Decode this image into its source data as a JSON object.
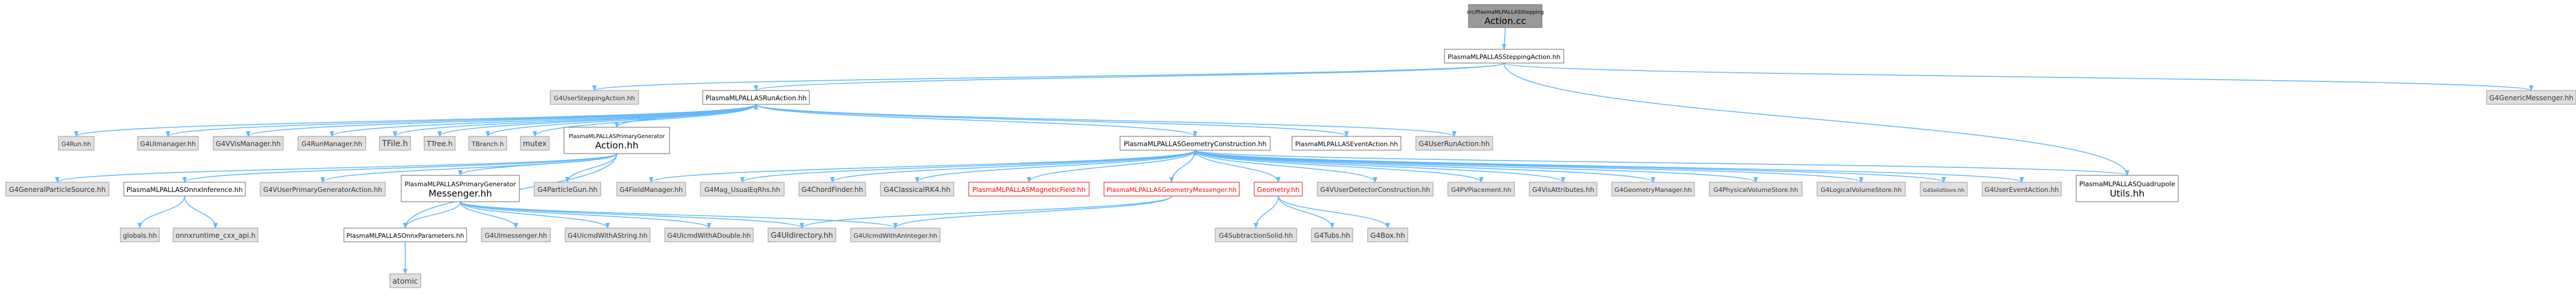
{
  "graph": {
    "nodes": [
      {
        "id": "root",
        "label": [
          "src/PlasmaMLPALLASStepping",
          "Action.cc"
        ],
        "kind": "root"
      },
      {
        "id": "sa",
        "label": [
          "PlasmaMLPALLASSteppingAction.hh"
        ],
        "kind": "local"
      },
      {
        "id": "g4usa",
        "label": [
          "G4UserSteppingAction.hh"
        ],
        "kind": "ext"
      },
      {
        "id": "ra",
        "label": [
          "PlasmaMLPALLASRunAction.hh"
        ],
        "kind": "local"
      },
      {
        "id": "g4gm",
        "label": [
          "G4GenericMessenger.hh"
        ],
        "kind": "ext"
      },
      {
        "id": "g4run",
        "label": [
          "G4Run.hh"
        ],
        "kind": "ext"
      },
      {
        "id": "g4uim",
        "label": [
          "G4UImanager.hh"
        ],
        "kind": "ext"
      },
      {
        "id": "g4vvm",
        "label": [
          "G4VVisManager.hh"
        ],
        "kind": "ext"
      },
      {
        "id": "g4rm",
        "label": [
          "G4RunManager.hh"
        ],
        "kind": "ext"
      },
      {
        "id": "tfile",
        "label": [
          "TFile.h"
        ],
        "kind": "ext"
      },
      {
        "id": "ttree",
        "label": [
          "TTree.h"
        ],
        "kind": "ext"
      },
      {
        "id": "tbranch",
        "label": [
          "TBranch.h"
        ],
        "kind": "ext"
      },
      {
        "id": "mutex",
        "label": [
          "mutex"
        ],
        "kind": "ext"
      },
      {
        "id": "pg",
        "label": [
          "PlasmaMLPALLASPrimaryGenerator",
          "Action.hh"
        ],
        "kind": "local"
      },
      {
        "id": "gc",
        "label": [
          "PlasmaMLPALLASGeometryConstruction.hh"
        ],
        "kind": "local"
      },
      {
        "id": "ea",
        "label": [
          "PlasmaMLPALLASEventAction.hh"
        ],
        "kind": "local"
      },
      {
        "id": "g4ura",
        "label": [
          "G4UserRunAction.hh"
        ],
        "kind": "ext"
      },
      {
        "id": "g4gps",
        "label": [
          "G4GeneralParticleSource.hh"
        ],
        "kind": "ext"
      },
      {
        "id": "onnx",
        "label": [
          "PlasmaMLPALLASOnnxInference.hh"
        ],
        "kind": "local"
      },
      {
        "id": "g4vupga",
        "label": [
          "G4VUserPrimaryGeneratorAction.hh"
        ],
        "kind": "ext"
      },
      {
        "id": "pgm",
        "label": [
          "PlasmaMLPALLASPrimaryGenerator",
          "Messenger.hh"
        ],
        "kind": "local"
      },
      {
        "id": "g4pgun",
        "label": [
          "G4ParticleGun.hh"
        ],
        "kind": "ext"
      },
      {
        "id": "g4fm",
        "label": [
          "G4FieldManager.hh"
        ],
        "kind": "ext"
      },
      {
        "id": "g4mag",
        "label": [
          "G4Mag_UsualEqRhs.hh"
        ],
        "kind": "ext"
      },
      {
        "id": "g4cf",
        "label": [
          "G4ChordFinder.hh"
        ],
        "kind": "ext"
      },
      {
        "id": "g4crk4",
        "label": [
          "G4ClassicalRK4.hh"
        ],
        "kind": "ext"
      },
      {
        "id": "mf",
        "label": [
          "PlasmaMLPALLASMagneticField.hh"
        ],
        "kind": "red"
      },
      {
        "id": "gm",
        "label": [
          "PlasmaMLPALLASGeometryMessenger.hh"
        ],
        "kind": "red"
      },
      {
        "id": "geom",
        "label": [
          "Geometry.hh"
        ],
        "kind": "red"
      },
      {
        "id": "g4vudc",
        "label": [
          "G4VUserDetectorConstruction.hh"
        ],
        "kind": "ext"
      },
      {
        "id": "g4pvp",
        "label": [
          "G4PVPlacement.hh"
        ],
        "kind": "ext"
      },
      {
        "id": "g4va",
        "label": [
          "G4VisAttributes.hh"
        ],
        "kind": "ext"
      },
      {
        "id": "g4geomm",
        "label": [
          "G4GeometryManager.hh"
        ],
        "kind": "ext"
      },
      {
        "id": "g4pvs",
        "label": [
          "G4PhysicalVolumeStore.hh"
        ],
        "kind": "ext"
      },
      {
        "id": "g4lvs",
        "label": [
          "G4LogicalVolumeStore.hh"
        ],
        "kind": "ext"
      },
      {
        "id": "g4ss",
        "label": [
          "G4SolidStore.hh"
        ],
        "kind": "ext"
      },
      {
        "id": "g4uea",
        "label": [
          "G4UserEventAction.hh"
        ],
        "kind": "ext"
      },
      {
        "id": "qu",
        "label": [
          "PlasmaMLPALLASQuadrupole",
          "Utils.hh"
        ],
        "kind": "local"
      },
      {
        "id": "globals",
        "label": [
          "globals.hh"
        ],
        "kind": "ext"
      },
      {
        "id": "ortapi",
        "label": [
          "onnxruntime_cxx_api.h"
        ],
        "kind": "ext"
      },
      {
        "id": "onnxp",
        "label": [
          "PlasmaMLPALLASOnnxParameters.hh"
        ],
        "kind": "local"
      },
      {
        "id": "g4uimes",
        "label": [
          "G4UImessenger.hh"
        ],
        "kind": "ext"
      },
      {
        "id": "g4ucws",
        "label": [
          "G4UIcmdWithAString.hh"
        ],
        "kind": "ext"
      },
      {
        "id": "g4ucwd",
        "label": [
          "G4UIcmdWithADouble.hh"
        ],
        "kind": "ext"
      },
      {
        "id": "g4uidir",
        "label": [
          "G4UIdirectory.hh"
        ],
        "kind": "ext"
      },
      {
        "id": "g4ucwi",
        "label": [
          "G4UIcmdWithAnInteger.hh"
        ],
        "kind": "ext"
      },
      {
        "id": "g4subs",
        "label": [
          "G4SubtractionSolid.hh"
        ],
        "kind": "ext"
      },
      {
        "id": "g4tubs",
        "label": [
          "G4Tubs.hh"
        ],
        "kind": "ext"
      },
      {
        "id": "g4box",
        "label": [
          "G4Box.hh"
        ],
        "kind": "ext"
      },
      {
        "id": "atomic",
        "label": [
          "atomic"
        ],
        "kind": "ext"
      }
    ],
    "edges": [
      [
        "root",
        "sa"
      ],
      [
        "sa",
        "g4usa"
      ],
      [
        "sa",
        "ra"
      ],
      [
        "sa",
        "g4gm"
      ],
      [
        "sa",
        "qu"
      ],
      [
        "ra",
        "g4run"
      ],
      [
        "ra",
        "g4uim"
      ],
      [
        "ra",
        "g4vvm"
      ],
      [
        "ra",
        "g4rm"
      ],
      [
        "ra",
        "tfile"
      ],
      [
        "ra",
        "ttree"
      ],
      [
        "ra",
        "tbranch"
      ],
      [
        "ra",
        "mutex"
      ],
      [
        "ra",
        "pg"
      ],
      [
        "ra",
        "gc"
      ],
      [
        "ra",
        "ea"
      ],
      [
        "ra",
        "g4ura"
      ],
      [
        "pg",
        "ra"
      ],
      [
        "pg",
        "g4gps"
      ],
      [
        "pg",
        "onnx"
      ],
      [
        "pg",
        "g4vupga"
      ],
      [
        "pg",
        "pgm"
      ],
      [
        "pg",
        "g4pgun"
      ],
      [
        "pg",
        "onnxp"
      ],
      [
        "gc",
        "g4fm"
      ],
      [
        "gc",
        "g4mag"
      ],
      [
        "gc",
        "g4cf"
      ],
      [
        "gc",
        "g4crk4"
      ],
      [
        "gc",
        "mf"
      ],
      [
        "gc",
        "gm"
      ],
      [
        "gc",
        "geom"
      ],
      [
        "gc",
        "g4vudc"
      ],
      [
        "gc",
        "g4pvp"
      ],
      [
        "gc",
        "g4va"
      ],
      [
        "gc",
        "g4geomm"
      ],
      [
        "gc",
        "g4pvs"
      ],
      [
        "gc",
        "g4lvs"
      ],
      [
        "gc",
        "g4ss"
      ],
      [
        "gc",
        "g4uea"
      ],
      [
        "gc",
        "qu"
      ],
      [
        "gm",
        "gc"
      ],
      [
        "gm",
        "g4uidir"
      ],
      [
        "gm",
        "g4ucwi"
      ],
      [
        "onnx",
        "globals"
      ],
      [
        "onnx",
        "ortapi"
      ],
      [
        "pgm",
        "onnxp"
      ],
      [
        "pgm",
        "g4uimes"
      ],
      [
        "pgm",
        "g4ucws"
      ],
      [
        "pgm",
        "g4ucwd"
      ],
      [
        "pgm",
        "g4uidir"
      ],
      [
        "pgm",
        "g4ucwi"
      ],
      [
        "onnxp",
        "atomic"
      ],
      [
        "geom",
        "g4subs"
      ],
      [
        "geom",
        "g4tubs"
      ],
      [
        "geom",
        "g4box"
      ]
    ]
  }
}
